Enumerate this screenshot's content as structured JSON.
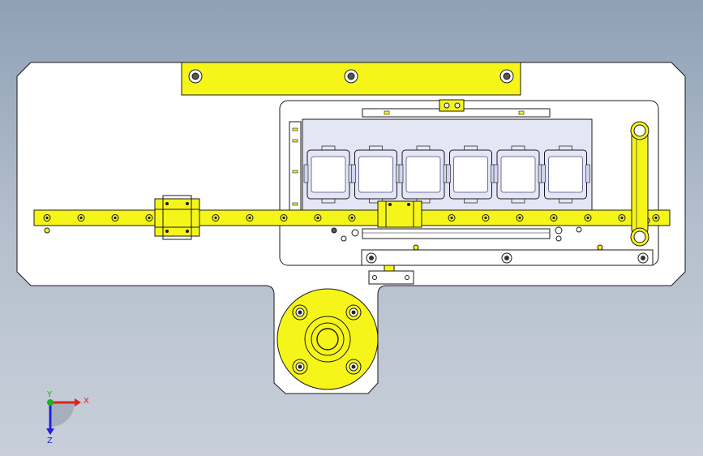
{
  "colors": {
    "part_fill": "#ffffff",
    "highlight_fill": "#f5f51a",
    "outline": "#1a1a1a",
    "cell_fill": "#e4e5f5",
    "cell_border": "#6f6f9f",
    "inner_fill": "#d2d4ee",
    "axis_x": "#e02020",
    "axis_y": "#20b020",
    "axis_z": "#2020e0"
  },
  "triad": {
    "x_label": "X",
    "y_label": "Y",
    "z_label": "Z"
  },
  "icons": [
    "coordinate-triad-icon",
    "bolt-head-icon",
    "linear-rail-icon",
    "carriage-block-icon",
    "pocket-cell-icon",
    "round-flange-icon"
  ],
  "pockets": {
    "count": 6
  }
}
